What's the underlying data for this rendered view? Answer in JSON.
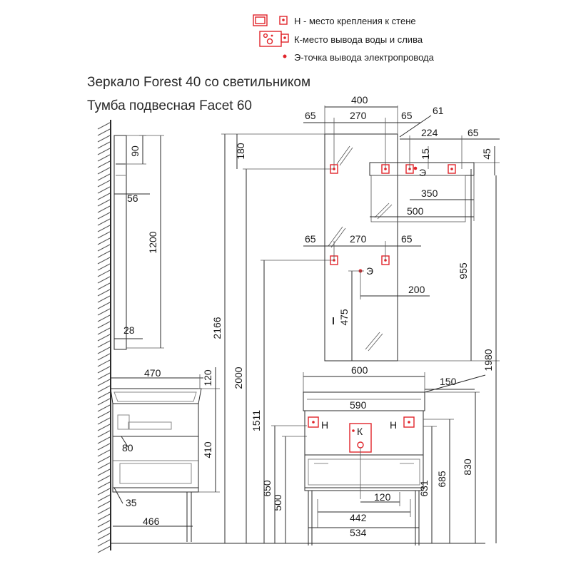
{
  "legend": {
    "h": "Н - место крепления к стене",
    "k": "К-место вывода воды и слива",
    "e": "Э-точка вывода электропровода"
  },
  "titles": {
    "mirror": "Зеркало Forest 40 со светильником",
    "cabinet": "Тумба подвесная Facet 60"
  },
  "dims": {
    "d90": "90",
    "d56": "56",
    "d1200": "1200",
    "d28": "28",
    "d470": "470",
    "d120a": "120",
    "d410": "410",
    "d80": "80",
    "d35": "35",
    "d466": "466",
    "d400": "400",
    "d65a": "65",
    "d270a": "270",
    "d65b": "65",
    "d180": "180",
    "d2166": "2166",
    "d2000": "2000",
    "d1511": "1511",
    "d61": "61",
    "d224": "224",
    "d65c": "65",
    "d15": "15",
    "d45": "45",
    "d350": "350",
    "d500a": "500",
    "d65d": "65",
    "d270b": "270",
    "d65e": "65",
    "d955": "955",
    "d1980": "1980",
    "d200": "200",
    "d475": "475",
    "d600": "600",
    "d150": "150",
    "d590": "590",
    "d650": "650",
    "d500b": "500",
    "d120b": "120",
    "d442": "442",
    "d534": "534",
    "d631": "631",
    "d685": "685",
    "d830": "830"
  },
  "markers": {
    "h": "Н",
    "k": "К",
    "e": "Э"
  }
}
